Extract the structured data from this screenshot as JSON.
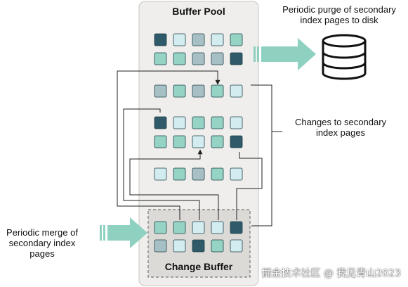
{
  "labels": {
    "buffer_pool": "Buffer Pool",
    "change_buffer": "Change Buffer",
    "purge": [
      "Periodic purge of secondary",
      "index pages to disk"
    ],
    "changes": [
      "Changes to secondary",
      "index pages"
    ],
    "merge": [
      "Periodic merge of",
      "secondary index",
      "pages"
    ]
  },
  "watermark": "掘金技术社区 @ 我见青山2023",
  "colors": {
    "panel_fill": "#efeeec",
    "panel_stroke": "#c9c6c2",
    "change_buffer_fill": "#dcdad6",
    "cell_dark": "#2f5a69",
    "cell_mid": "#a7c0c6",
    "cell_teal": "#95d3c5",
    "cell_light": "#d3ecf0",
    "cell_stroke": "#1f3f48",
    "arrow_fill": "#8fd1c1",
    "line": "#222222",
    "disk_stroke": "#111111"
  },
  "page_rows": [
    {
      "role": "buffer-pool",
      "cells": [
        "dark",
        "light",
        "mid",
        "light",
        "teal"
      ]
    },
    {
      "role": "buffer-pool",
      "cells": [
        "teal",
        "teal",
        "mid",
        "mid",
        "dark"
      ]
    },
    {
      "role": "buffer-pool",
      "cells": [
        "mid",
        "teal",
        "mid",
        "teal",
        "light"
      ]
    },
    {
      "role": "buffer-pool",
      "cells": [
        "dark",
        "light",
        "teal",
        "teal",
        "light"
      ]
    },
    {
      "role": "buffer-pool",
      "cells": [
        "teal",
        "teal",
        "light",
        "teal",
        "dark"
      ]
    },
    {
      "role": "buffer-pool",
      "cells": [
        "light",
        "teal",
        "mid",
        "teal",
        "light"
      ]
    },
    {
      "role": "change-buffer",
      "cells": [
        "teal",
        "teal",
        "light",
        "light",
        "dark"
      ]
    },
    {
      "role": "change-buffer",
      "cells": [
        "mid",
        "light",
        "dark",
        "teal",
        "light"
      ]
    }
  ]
}
